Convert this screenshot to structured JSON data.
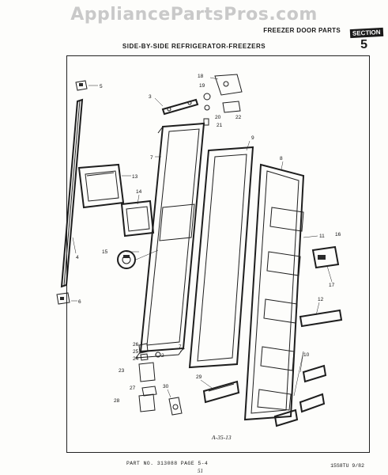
{
  "header": {
    "watermark": "AppliancePartsPros.com",
    "category": "FREEZER DOOR PARTS",
    "section_label": "SECTION",
    "section_number": "5",
    "title": "SIDE-BY-SIDE REFRIGERATOR-FREEZERS"
  },
  "callouts": {
    "c2": "2",
    "c3": "3",
    "c4": "4",
    "c5": "5",
    "c6": "6",
    "c7": "7",
    "c8": "8",
    "c9": "9",
    "c10": "10",
    "c11": "11",
    "c12": "12",
    "c13": "13",
    "c14": "14",
    "c15": "15",
    "c16": "16",
    "c17": "17",
    "c18": "18",
    "c19": "19",
    "c20": "20",
    "c21": "21",
    "c22": "22",
    "c23": "23",
    "c24": "24",
    "c25": "25",
    "c26": "26",
    "c27": "27",
    "c28": "28",
    "c29": "29",
    "c30": "30"
  },
  "footer": {
    "figure_ref": "A-35-13",
    "part_no": "PART NO. 313088   PAGE 5-4",
    "date_code": "15S8TU 9/82",
    "page_mark": "51"
  }
}
